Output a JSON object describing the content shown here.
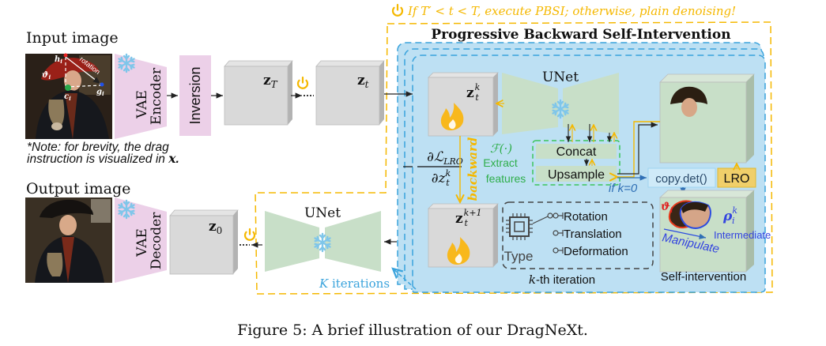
{
  "input": {
    "title": "Input image",
    "annotations": {
      "h": "h",
      "h_sub": "i",
      "theta": "ϑ",
      "theta_sub": "i",
      "c": "c",
      "c_sub": "i",
      "g": "g",
      "g_sub": "i",
      "rotation": "rotation"
    },
    "note_line1": "*Note: for brevity, the drag",
    "note_line2": "instruction is visualized in ",
    "note_var": "x",
    "note_end": "."
  },
  "output": {
    "title": "Output image"
  },
  "encoder": {
    "label1": "VAE",
    "label2": "Encoder"
  },
  "inversion": {
    "label": "Inversion"
  },
  "decoder": {
    "label1": "VAE",
    "label2": "Decoder"
  },
  "latents": {
    "zT": "z",
    "zT_sub": "T",
    "zt": "z",
    "zt_sub": "t",
    "z0": "z",
    "z0_sub": "0",
    "ztk": "z",
    "ztk_sub": "t",
    "ztk_sup": "k",
    "ztk1": "z",
    "ztk1_sub": "t",
    "ztk1_sup": "k+1"
  },
  "condition": {
    "text": "If T′ < t < T, execute PBSI; otherwise, plain denoising!"
  },
  "pbsi": {
    "title": "Progressive Backward Self-Intervention",
    "unet_label": "UNet",
    "gradient_num": "∂ℒ",
    "gradient_num_sub": "LRO",
    "gradient_den": "∂z",
    "gradient_den_sub": "t",
    "gradient_den_sup": "k",
    "backward_label": "backward",
    "feature_fn": "ℱ(·)",
    "extract_line1": "Extract",
    "extract_line2": "features",
    "concat": "Concat",
    "upsample": "Upsample",
    "if_k0": "if k=0",
    "copy_det": "copy.det()",
    "lro": "LRO",
    "type_label": "Type",
    "types": [
      "Rotation",
      "Translation",
      "Deformation"
    ],
    "kth_iteration_var": "k",
    "kth_iteration_rest": "-th iteration",
    "self_intervention": "Self-intervention",
    "theta_label": "ϑ",
    "theta_sub": "i",
    "rho_label": "ρ",
    "rho_sub": "i",
    "rho_sup": "k",
    "intermediate": "Intermediate",
    "manipulate": "Manipulate"
  },
  "denoise": {
    "unet_label": "UNet",
    "k_iter_var": "K",
    "k_iter_rest": " iterations"
  },
  "caption": "Figure 5: A brief illustration of our DragNeXt.",
  "colors": {
    "yellow": "#f5b800",
    "blue_fill": "#bde0f3",
    "blue_dash": "#3aa3dc",
    "unet_green": "#c8dfc8",
    "vae_pink": "#ecd0e8",
    "cube_gray": "#d9d9d9",
    "green_dash": "#3cc45a",
    "copy_box": "#cfeaf8",
    "lro_box": "#f0cf6a",
    "snow": "#7fc6ea",
    "dark_blue_text": "#2f6fb5",
    "blue_text": "#3344e0",
    "red_text": "#e02020",
    "green_text": "#2fae4b"
  }
}
